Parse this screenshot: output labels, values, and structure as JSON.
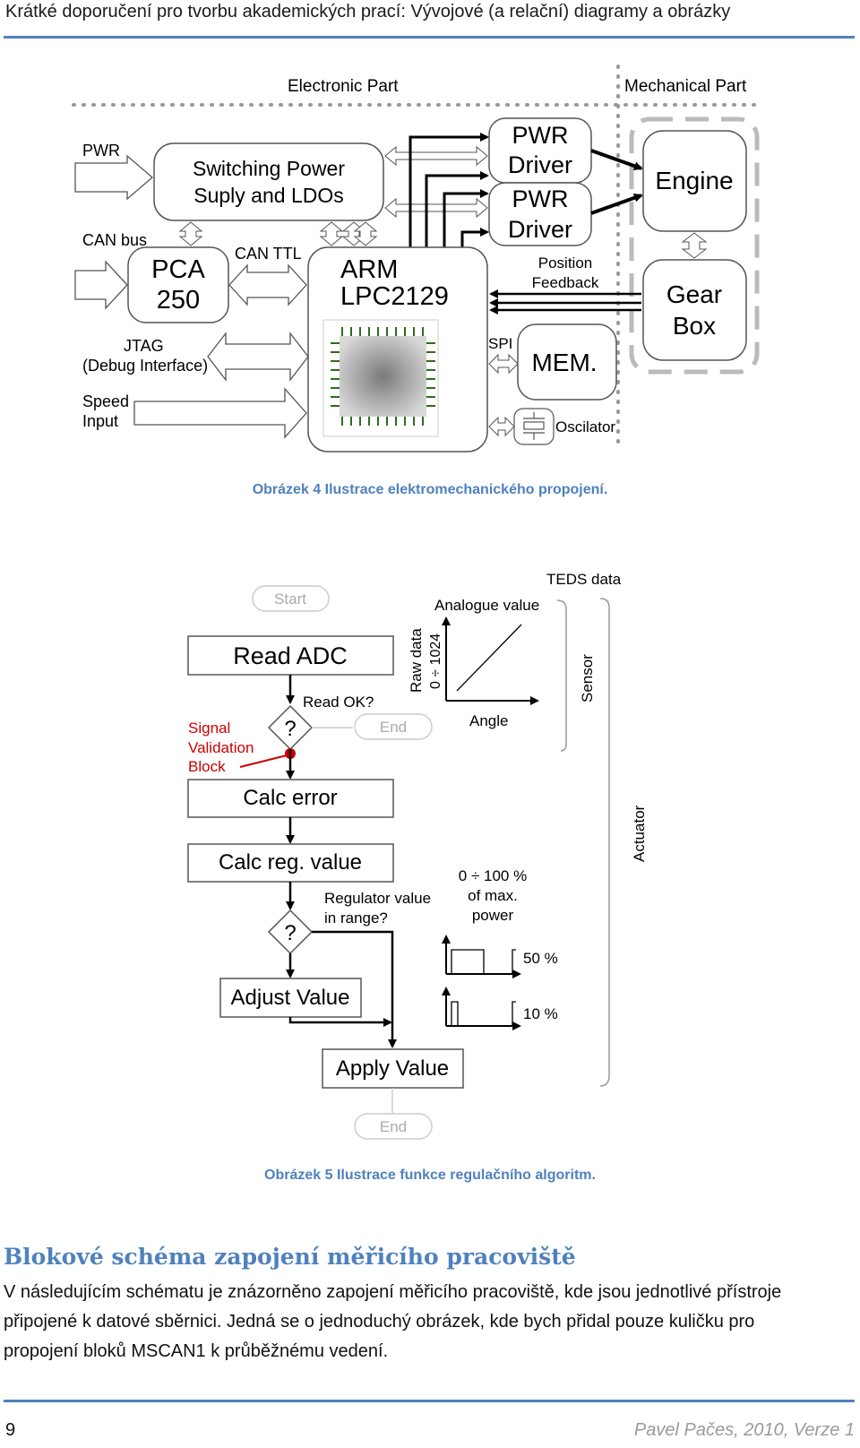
{
  "header": {
    "title": "Krátké doporučení pro tvorbu akademických prací: Vývojové (a relační) diagramy a obrázky"
  },
  "figure4": {
    "electronic_part": "Electronic Part",
    "mechanical_part": "Mechanical Part",
    "pwr": "PWR",
    "switching_line1": "Switching Power",
    "switching_line2": "Suply and LDOs",
    "pwr_driver_line1": "PWR",
    "pwr_driver_line2": "Driver",
    "engine": "Engine",
    "can_bus": "CAN bus",
    "pca_line1": "PCA",
    "pca_line2": "250",
    "can_ttl": "CAN TTL",
    "arm_line1": "ARM",
    "arm_line2": "LPC2129",
    "position_line1": "Position",
    "position_line2": "Feedback",
    "gear_line1": "Gear",
    "gear_line2": "Box",
    "jtag_line1": "JTAG",
    "jtag_line2": "(Debug Interface)",
    "spi": "SPI",
    "mem": "MEM.",
    "speed_line1": "Speed",
    "speed_line2": "Input",
    "oscilator": "Oscilator",
    "caption": "Obrázek 4 Ilustrace elektromechanického propojení."
  },
  "figure5": {
    "teds": "TEDS data",
    "start": "Start",
    "analogue": "Analogue value",
    "raw_data": "Raw data",
    "range_raw": "0 ÷ 1024",
    "sensor": "Sensor",
    "read_adc": "Read ADC",
    "read_ok": "Read OK?",
    "end": "End",
    "angle": "Angle",
    "signal_line1": "Signal",
    "signal_line2": "Validation",
    "signal_line3": "Block",
    "q": "?",
    "calc_error": "Calc error",
    "actuator": "Actuator",
    "calc_reg": "Calc reg. value",
    "power_line1": "0 ÷ 100 %",
    "power_line2": "of max.",
    "power_line3": "power",
    "reg_line1": "Regulator value",
    "reg_line2": "in range?",
    "pct50": "50 %",
    "pct10": "10 %",
    "adjust": "Adjust Value",
    "apply": "Apply Value",
    "end2": "End",
    "caption": "Obrázek 5 Ilustrace funkce regulačního algoritm."
  },
  "section": {
    "heading": "Blokové schéma zapojení měřicího pracoviště",
    "line1": "V následujícím schématu je znázorněno zapojení měřicího pracoviště, kde jsou jednotlivé přístroje",
    "line2": "připojené k datové sběrnici. Jedná se o jednoduchý obrázek, kde bych přidal pouze kuličku pro",
    "line3": "propojení bloků MSCAN1 k průběžnému vedení."
  },
  "footer": {
    "page": "9",
    "author": "Pavel Pačes, 2010, Verze 1"
  },
  "colors": {
    "accent": "#4f81bd",
    "signal_red": "#cc0000",
    "chip_green": "#2e6b1f"
  }
}
